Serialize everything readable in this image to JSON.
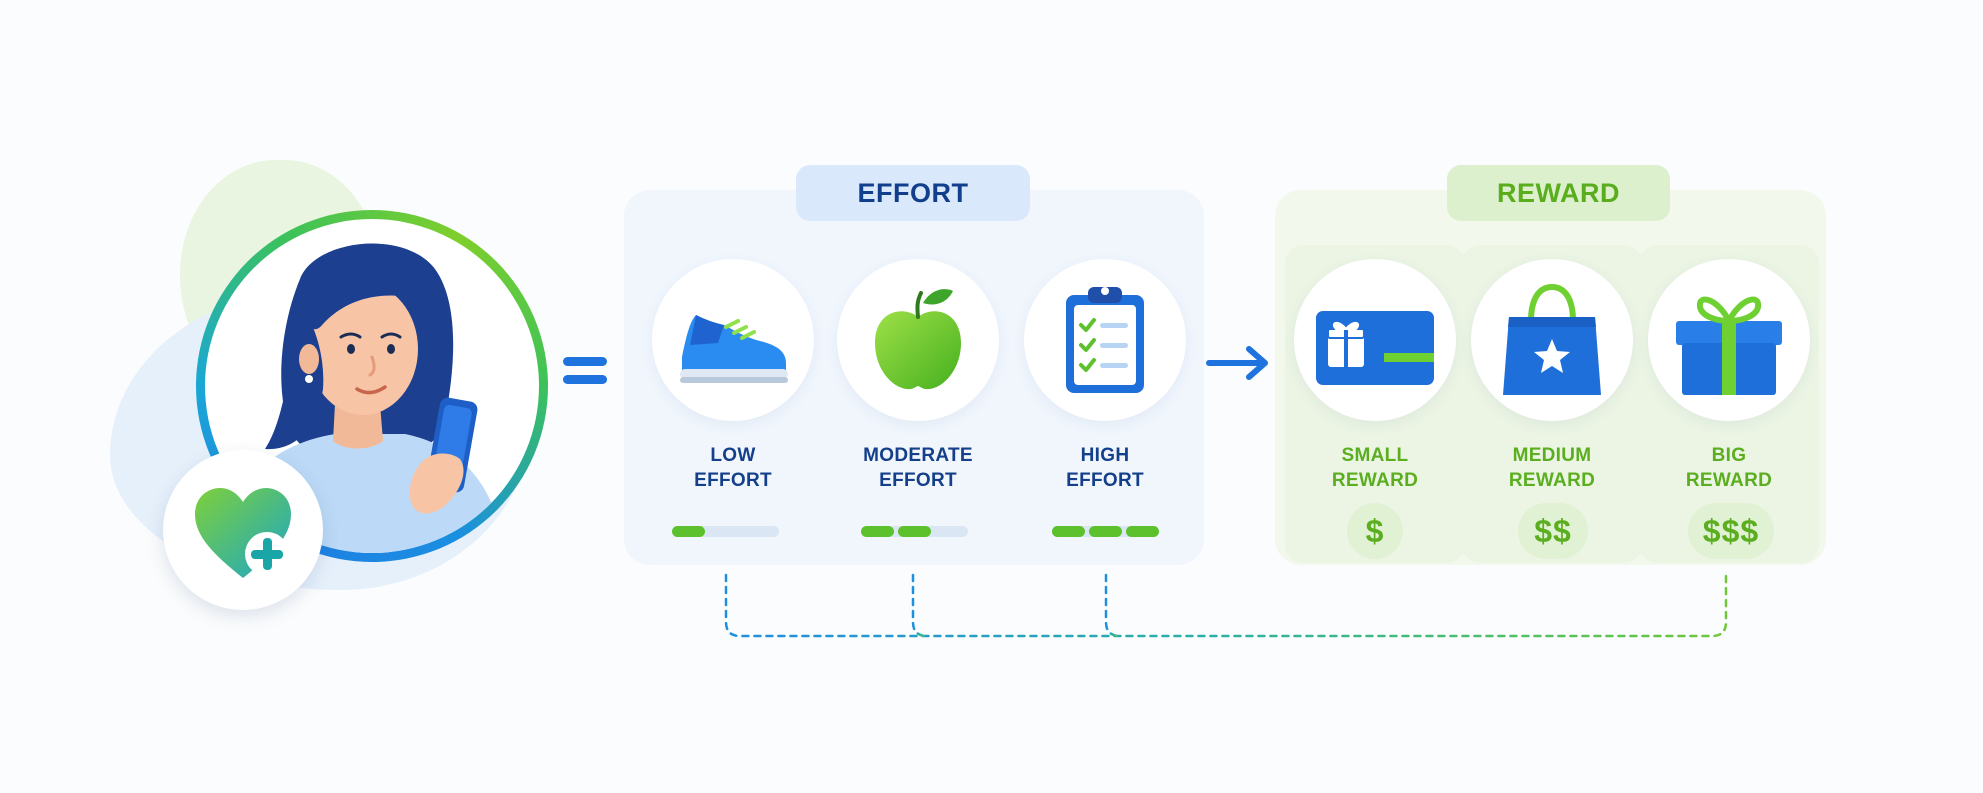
{
  "effort": {
    "title": "EFFORT",
    "items": [
      {
        "line1": "LOW",
        "line2": "EFFORT",
        "icon": "sneaker-icon",
        "level": 1,
        "max": 3
      },
      {
        "line1": "MODERATE",
        "line2": "EFFORT",
        "icon": "apple-icon",
        "level": 2,
        "max": 3
      },
      {
        "line1": "HIGH",
        "line2": "EFFORT",
        "icon": "clipboard-checklist-icon",
        "level": 3,
        "max": 3
      }
    ]
  },
  "reward": {
    "title": "REWARD",
    "items": [
      {
        "line1": "SMALL",
        "line2": "REWARD",
        "amount": "$",
        "icon": "gift-card-icon"
      },
      {
        "line1": "MEDIUM",
        "line2": "REWARD",
        "amount": "$$",
        "icon": "shopping-bag-icon"
      },
      {
        "line1": "BIG",
        "line2": "REWARD",
        "amount": "$$$",
        "icon": "gift-box-icon"
      }
    ]
  },
  "colors": {
    "primary_blue": "#1e73de",
    "navy": "#143f8a",
    "green": "#5bae1f",
    "bright_green": "#5cc12c"
  }
}
